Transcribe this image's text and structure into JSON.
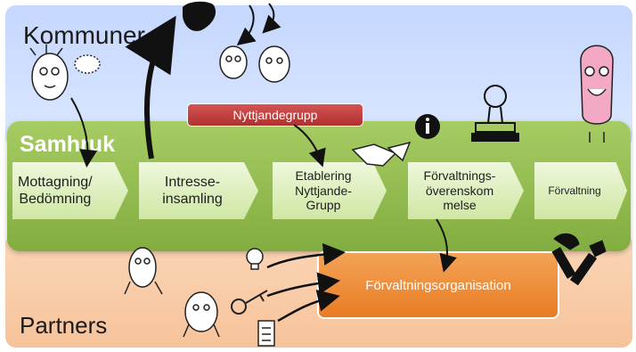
{
  "diagram": {
    "top_zone_label": "Kommuner",
    "middle_zone_label": "Samhruk",
    "bottom_zone_label": "Partners",
    "steps": [
      "Mottagning/\nBedömning",
      "Intresse-\ninsamling",
      "Etablering\nNyttjande-\nGrupp",
      "Förvaltnings-\növerenskom\nmelse",
      "Förvaltning"
    ],
    "nyttjandegrupp_label": "Nyttjandegrupp",
    "forvaltningsorganisation_label": "Förvaltningsorganisation"
  },
  "colors": {
    "top_band": "#c5d7ff",
    "middle_band": "#8fb84a",
    "bottom_band": "#f8cba6",
    "nyttjandegrupp_box": "#c04040",
    "forvaltningsorganisation_box": "#ee8a33"
  },
  "icons": [
    "cartoon-figure",
    "sweden-map-icon",
    "stamp-icon",
    "info-icon",
    "handshake-icon",
    "lightbulb-icon",
    "key-icon",
    "checklist-icon",
    "tools-icon"
  ]
}
